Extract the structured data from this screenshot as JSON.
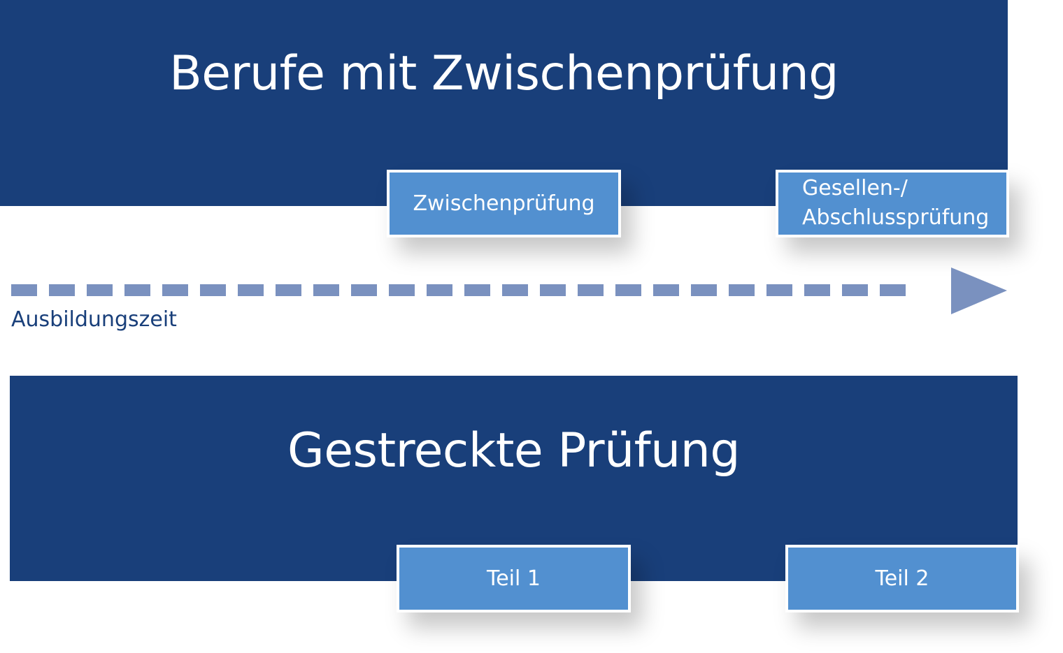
{
  "diagram": {
    "top_band": {
      "title": "Berufe mit Zwischenprüfung",
      "boxes": [
        {
          "lines": [
            "Zwischenprüfung"
          ]
        },
        {
          "lines": [
            "Gesellen-/",
            "Abschlussprüfung"
          ]
        }
      ]
    },
    "timeline": {
      "label": "Ausbildungszeit"
    },
    "bottom_band": {
      "title": "Gestreckte Prüfung",
      "boxes": [
        {
          "lines": [
            "Teil 1"
          ]
        },
        {
          "lines": [
            "Teil 2"
          ]
        }
      ]
    },
    "colors": {
      "band": "#193f7a",
      "box": "#5290d0",
      "arrow": "#7a91bf",
      "label": "#193f7a"
    }
  }
}
